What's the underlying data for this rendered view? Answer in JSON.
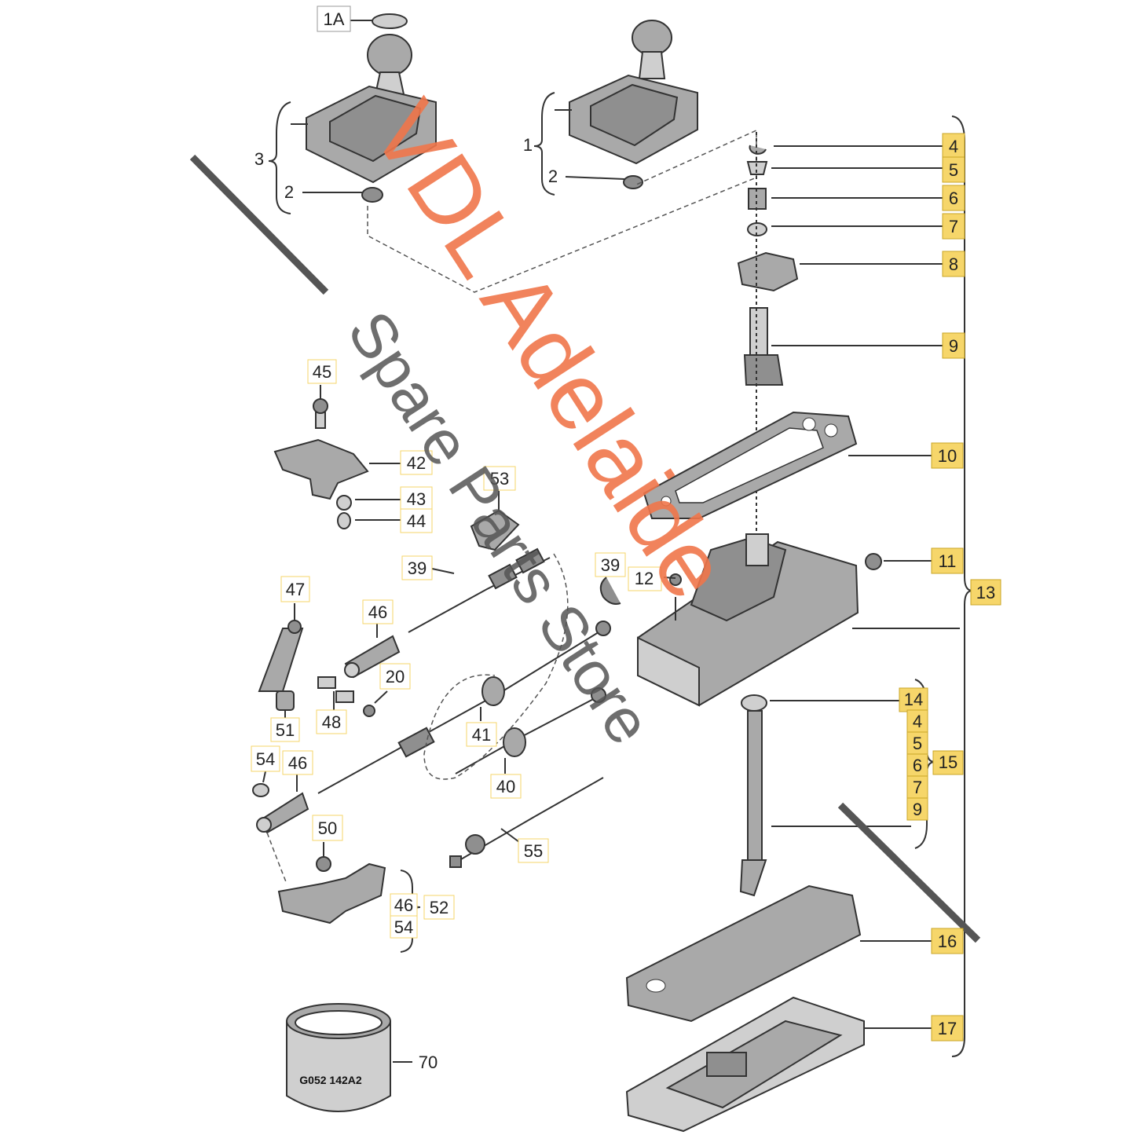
{
  "labels": {
    "l1A": "1A",
    "l1": "1",
    "l2a": "2",
    "l2b": "2",
    "l3": "3",
    "l4": "4",
    "l5": "5",
    "l6": "6",
    "l7": "7",
    "l8": "8",
    "l9": "9",
    "l10": "10",
    "l11": "11",
    "l12": "12",
    "l13": "13",
    "l14": "14",
    "l15": "15",
    "l16": "16",
    "l17": "17",
    "l4b": "4",
    "l5b": "5",
    "l6b": "6",
    "l7b": "7",
    "l9b": "9",
    "l20": "20",
    "l39a": "39",
    "l39b": "39",
    "l40": "40",
    "l41": "41",
    "l42": "42",
    "l43": "43",
    "l44": "44",
    "l45": "45",
    "l46a": "46",
    "l46b": "46",
    "l46c": "46",
    "l47": "47",
    "l48": "48",
    "l50": "50",
    "l51": "51",
    "l52": "52",
    "l53": "53",
    "l54a": "54",
    "l54b": "54",
    "l55": "55",
    "l70": "70"
  },
  "part_marking": "G052 142A2",
  "watermark": {
    "line1": "VDL Adelaide",
    "line2": "Spare Parts Store",
    "color1": "#f0764a",
    "color2": "#555555"
  },
  "highlight_color": "#f6d66a"
}
